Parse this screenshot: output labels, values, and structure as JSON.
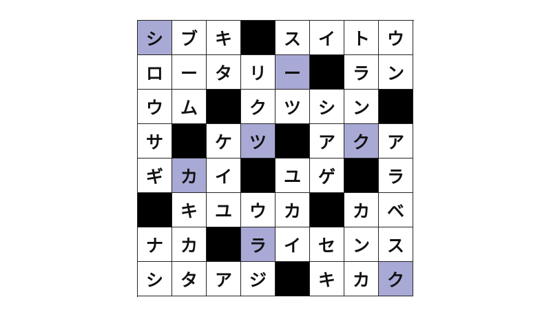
{
  "colors": {
    "cell": "#ffffff",
    "black": "#000000",
    "highlight": "#a9a9d6",
    "grid_line": "#222222",
    "text": "#111111"
  },
  "grid": [
    [
      {
        "c": "シ",
        "hl": true
      },
      {
        "c": "ブ"
      },
      {
        "c": "キ"
      },
      {
        "black": true
      },
      {
        "c": "ス"
      },
      {
        "c": "イ"
      },
      {
        "c": "ト"
      },
      {
        "c": "ウ"
      }
    ],
    [
      {
        "c": "ロ"
      },
      {
        "c": "ー"
      },
      {
        "c": "タ"
      },
      {
        "c": "リ"
      },
      {
        "c": "ー",
        "hl": true
      },
      {
        "black": true
      },
      {
        "c": "ラ"
      },
      {
        "c": "ン"
      }
    ],
    [
      {
        "c": "ウ"
      },
      {
        "c": "ム"
      },
      {
        "black": true
      },
      {
        "c": "ク"
      },
      {
        "c": "ツ"
      },
      {
        "c": "シ"
      },
      {
        "c": "ン"
      },
      {
        "black": true
      }
    ],
    [
      {
        "c": "サ"
      },
      {
        "black": true
      },
      {
        "c": "ケ"
      },
      {
        "c": "ツ",
        "hl": true
      },
      {
        "black": true
      },
      {
        "c": "ア"
      },
      {
        "c": "ク",
        "hl": true
      },
      {
        "c": "ア"
      }
    ],
    [
      {
        "c": "ギ"
      },
      {
        "c": "カ",
        "hl": true
      },
      {
        "c": "イ"
      },
      {
        "black": true
      },
      {
        "c": "ユ"
      },
      {
        "c": "ゲ"
      },
      {
        "black": true
      },
      {
        "c": "ラ"
      }
    ],
    [
      {
        "black": true
      },
      {
        "c": "キ"
      },
      {
        "c": "ユ"
      },
      {
        "c": "ウ"
      },
      {
        "c": "カ"
      },
      {
        "black": true
      },
      {
        "c": "カ"
      },
      {
        "c": "ベ"
      }
    ],
    [
      {
        "c": "ナ"
      },
      {
        "c": "カ"
      },
      {
        "black": true
      },
      {
        "c": "ラ",
        "hl": true
      },
      {
        "c": "イ"
      },
      {
        "c": "セ"
      },
      {
        "c": "ン"
      },
      {
        "c": "ス"
      }
    ],
    [
      {
        "c": "シ"
      },
      {
        "c": "タ"
      },
      {
        "c": "ア"
      },
      {
        "c": "ジ"
      },
      {
        "black": true
      },
      {
        "c": "キ"
      },
      {
        "c": "カ"
      },
      {
        "c": "ク",
        "hl": true
      }
    ]
  ]
}
